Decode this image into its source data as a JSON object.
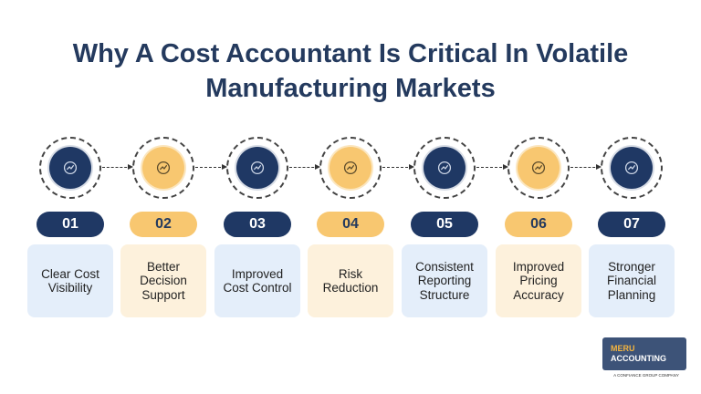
{
  "title": {
    "line1": "Why A Cost Accountant Is Critical In Volatile",
    "line2": "Manufacturing Markets"
  },
  "colors": {
    "navy": "#1f3864",
    "yellow": "#f8c770",
    "card_blue": "#e4eefa",
    "card_yellow": "#fdf1dc"
  },
  "steps": [
    {
      "number": "01",
      "label": "Clear Cost Visibility",
      "theme": "navy",
      "icon": "report-chart-icon"
    },
    {
      "number": "02",
      "label": "Better Decision Support",
      "theme": "yellow",
      "icon": "decision-hand-icon"
    },
    {
      "number": "03",
      "label": "Improved Cost Control",
      "theme": "navy",
      "icon": "cost-cycle-icon"
    },
    {
      "number": "04",
      "label": "Risk Reduction",
      "theme": "yellow",
      "icon": "hand-gear-icon"
    },
    {
      "number": "05",
      "label": "Consistent Reporting Structure",
      "theme": "navy",
      "icon": "reporting-cycle-icon"
    },
    {
      "number": "06",
      "label": "Improved Pricing Accuracy",
      "theme": "yellow",
      "icon": "pricing-target-icon"
    },
    {
      "number": "07",
      "label": "Stronger Financial Planning",
      "theme": "navy",
      "icon": "clipboard-plan-icon"
    }
  ],
  "logo": {
    "line1": "MERU",
    "line2": "ACCOUNTING",
    "tagline": "A CONFIANCE GROUP COMPANY"
  }
}
